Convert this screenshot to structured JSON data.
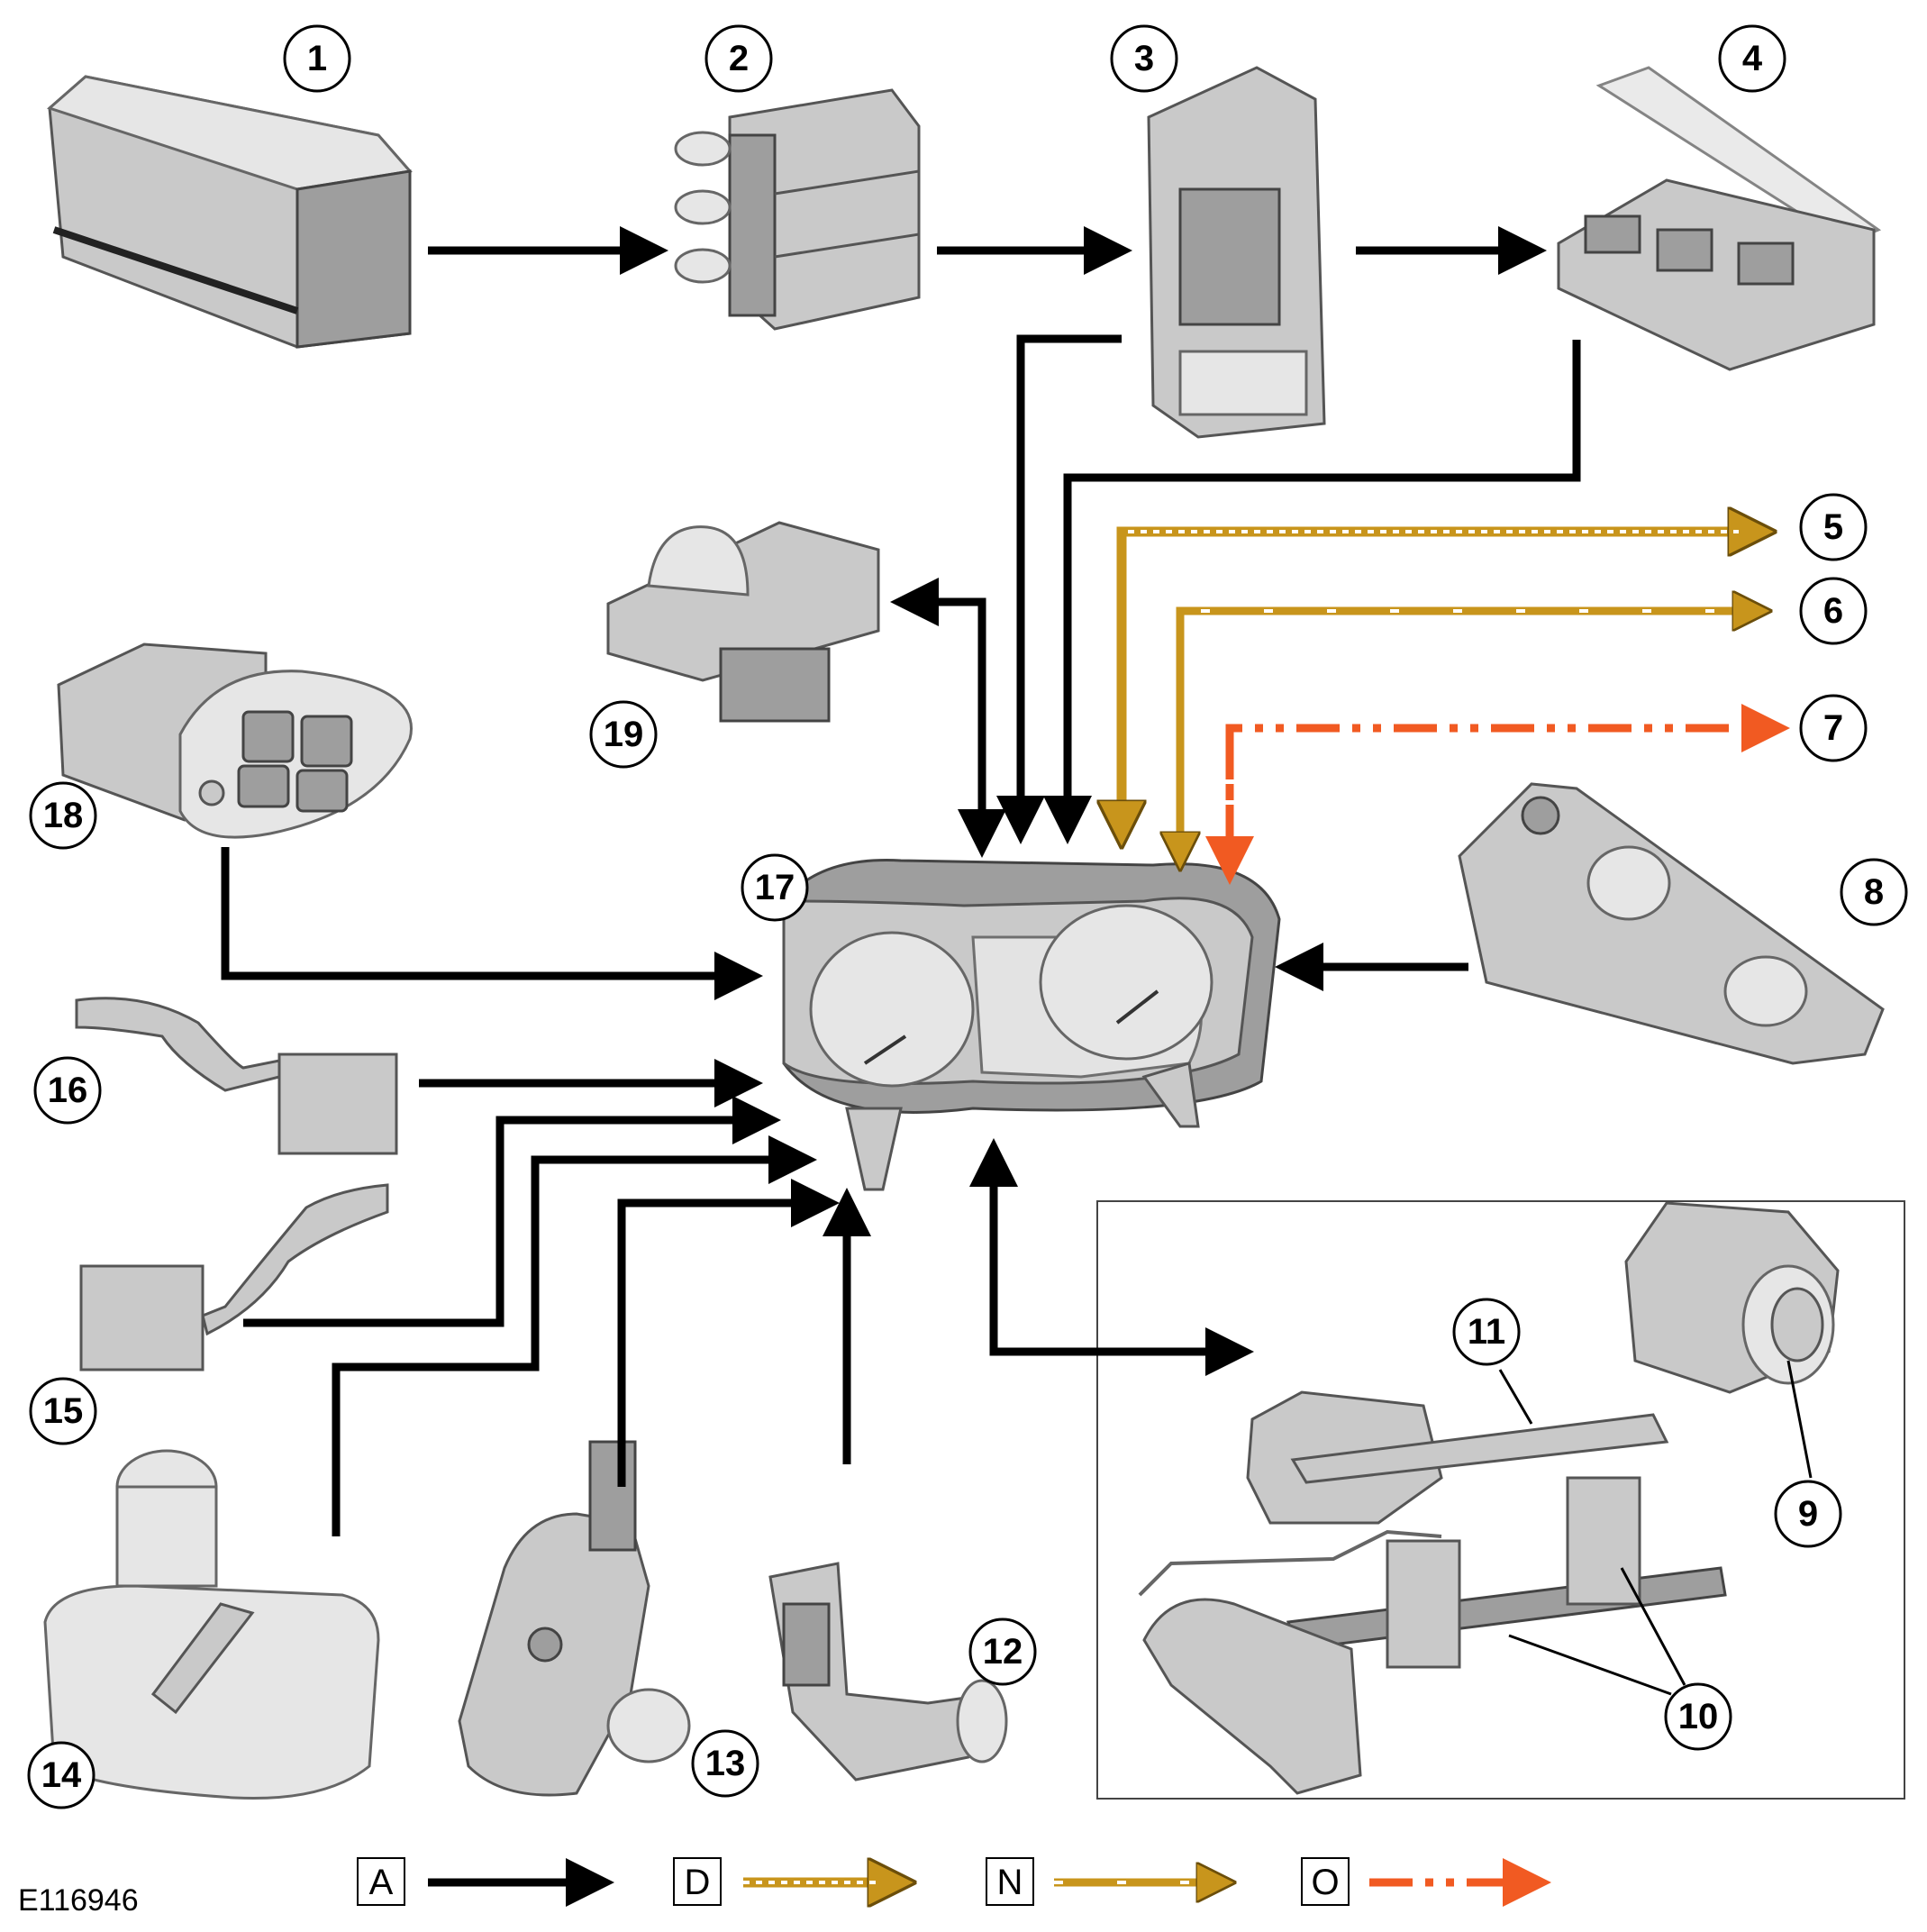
{
  "figure_ref": "E116946",
  "callouts": [
    "1",
    "2",
    "3",
    "4",
    "5",
    "6",
    "7",
    "8",
    "9",
    "10",
    "11",
    "12",
    "13",
    "14",
    "15",
    "16",
    "17",
    "18",
    "19"
  ],
  "legend": [
    {
      "letter": "A",
      "style": "solid-black",
      "color": "#000000"
    },
    {
      "letter": "D",
      "style": "dense-dashed-gold",
      "color": "#c8951c"
    },
    {
      "letter": "N",
      "style": "sparse-dashed-gold",
      "color": "#c8951c"
    },
    {
      "letter": "O",
      "style": "dash-dot-dot-orange",
      "color": "#f15a22"
    }
  ],
  "colors": {
    "line_a": "#000000",
    "line_gold": "#c8951c",
    "line_orange": "#f15a22",
    "part_gray": "#c9c9c9"
  },
  "component_icons": [
    "battery-icon",
    "fuse-block-icon",
    "fuse-box-icon",
    "relay-box-icon",
    "switch-pack-icon",
    "brake-switch-icon",
    "gear-shift-assembly-icon",
    "position-sensor-icon",
    "brake-booster-icon",
    "fluid-reservoir-icon",
    "wiper-stalk-icon",
    "indicator-stalk-icon",
    "instrument-cluster-icon",
    "steering-wheel-switch-icon",
    "sensor-module-icon"
  ]
}
